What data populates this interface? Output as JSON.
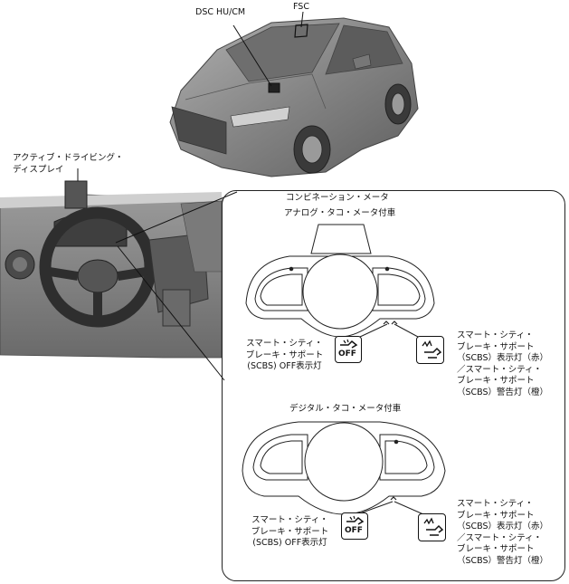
{
  "car_labels": {
    "dsc_hu_cm": "DSC HU/CM",
    "fsc": "FSC"
  },
  "cockpit_label": {
    "line1": "アクティブ・ドライビング・",
    "line2": "ディスプレイ"
  },
  "panel": {
    "title": "コンビネーション・メータ",
    "analog": {
      "heading": "アナログ・タコ・メータ付車",
      "off_label": [
        "スマート・シティ・",
        "ブレーキ・サポート",
        "(SCBS) OFF表示灯"
      ],
      "warn_label": [
        "スマート・シティ・",
        "ブレーキ・サポート",
        "（SCBS）表示灯（赤）",
        "／スマート・シティ・",
        "ブレーキ・サポート",
        "（SCBS）警告灯（橙）"
      ]
    },
    "digital": {
      "heading": "デジタル・タコ・メータ付車",
      "off_label": [
        "スマート・シティ・",
        "ブレーキ・サポート",
        "(SCBS) OFF表示灯"
      ],
      "warn_label": [
        "スマート・シティ・",
        "ブレーキ・サポート",
        "（SCBS）表示灯（赤）",
        "／スマート・シティ・",
        "ブレーキ・サポート",
        "（SCBS）警告灯（橙）"
      ]
    },
    "off_icon_text": "OFF"
  },
  "colors": {
    "car_body": "#8a8a8a",
    "line": "#222222"
  }
}
